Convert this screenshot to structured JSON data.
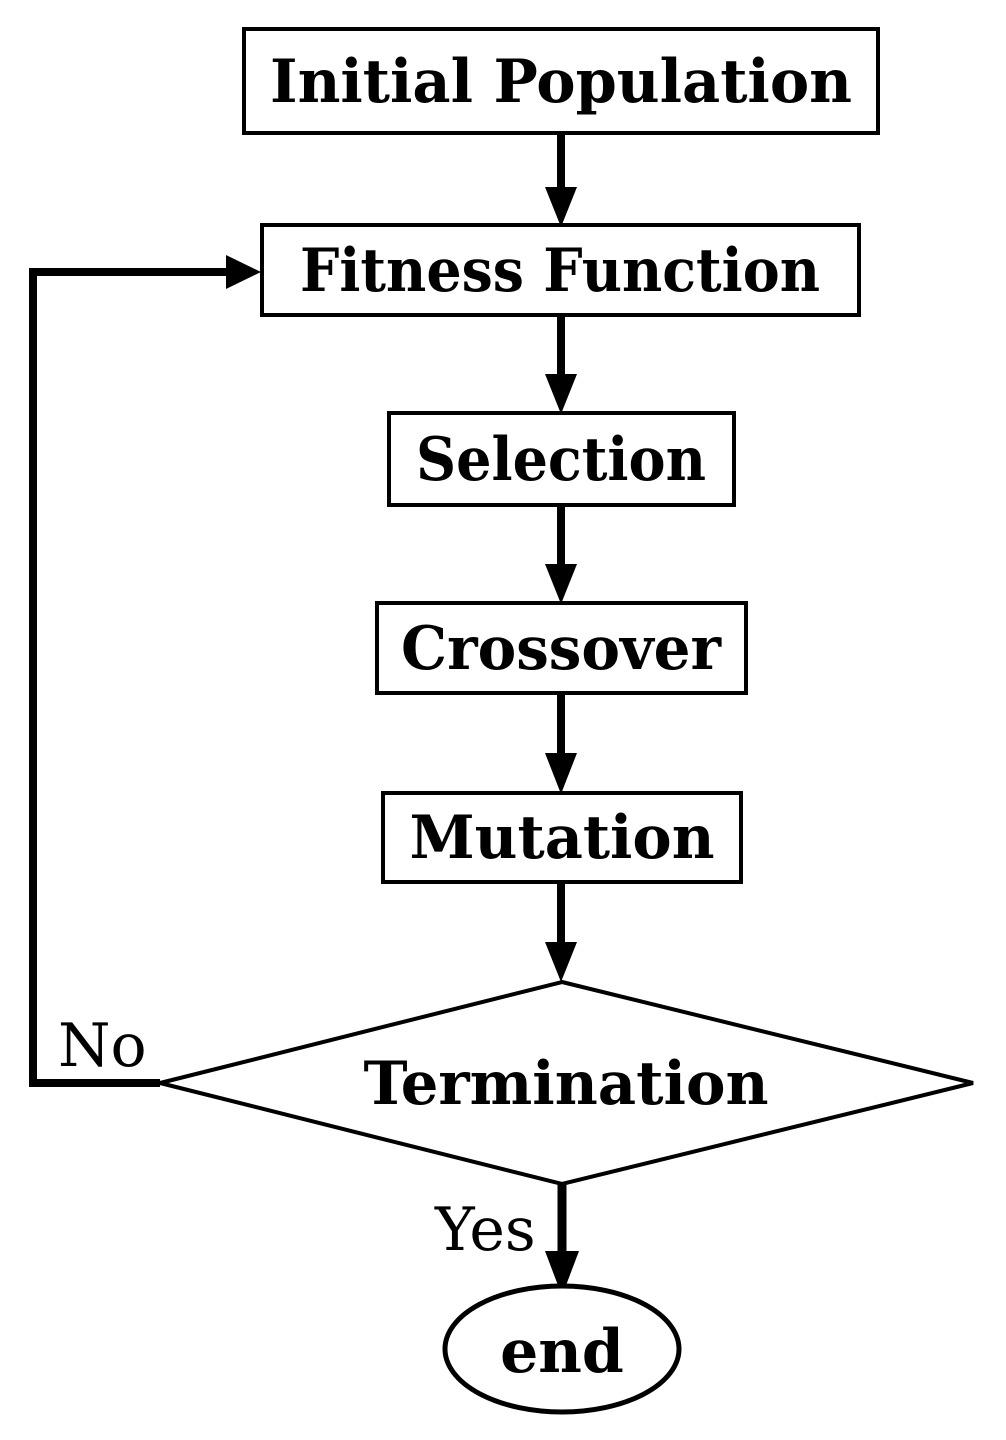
{
  "diagram": {
    "background_color": "#ffffff",
    "line_color": "#000000",
    "nodes": [
      {
        "id": "initial-population",
        "shape": "rectangle",
        "label": "Initial Population"
      },
      {
        "id": "fitness-function",
        "shape": "rectangle",
        "label": "Fitness Function"
      },
      {
        "id": "selection",
        "shape": "rectangle",
        "label": "Selection"
      },
      {
        "id": "crossover",
        "shape": "rectangle",
        "label": "Crossover"
      },
      {
        "id": "mutation",
        "shape": "rectangle",
        "label": "Mutation"
      },
      {
        "id": "termination",
        "shape": "diamond",
        "label": "Termination"
      },
      {
        "id": "end",
        "shape": "ellipse",
        "label": "end"
      }
    ],
    "edges": [
      {
        "from": "initial-population",
        "to": "fitness-function"
      },
      {
        "from": "fitness-function",
        "to": "selection"
      },
      {
        "from": "selection",
        "to": "crossover"
      },
      {
        "from": "crossover",
        "to": "mutation"
      },
      {
        "from": "mutation",
        "to": "termination"
      },
      {
        "from": "termination",
        "to": "fitness-function",
        "label": "No"
      },
      {
        "from": "termination",
        "to": "end",
        "label": "Yes"
      }
    ]
  }
}
